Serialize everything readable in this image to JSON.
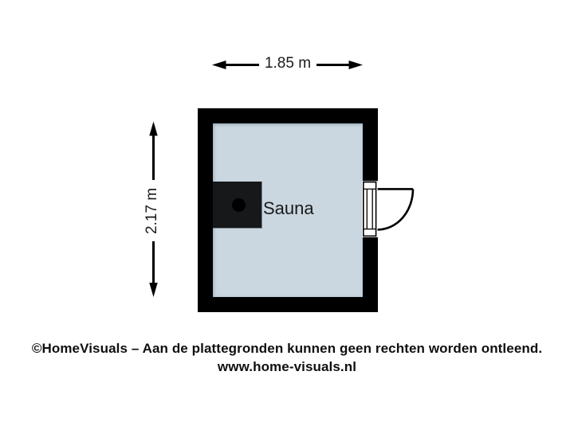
{
  "page": {
    "background_color": "#ffffff"
  },
  "floorplan": {
    "room_label": "Sauna",
    "width_dimension": "1.85 m",
    "height_dimension": "2.17 m",
    "colors": {
      "wall": "#000000",
      "floor": "#cad6e0",
      "stove": "#17181a",
      "text": "#1a1a1a"
    }
  },
  "watermark": {
    "line1": "©HomeVisuals – Aan de plattegronden kunnen geen rechten worden ontleend.",
    "line2": "www.home-visuals.nl"
  }
}
